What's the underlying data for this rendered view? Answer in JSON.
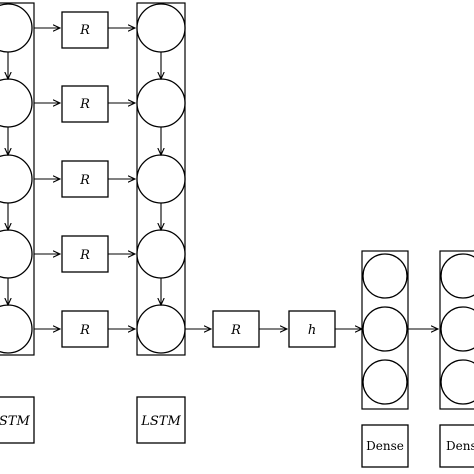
{
  "diagram": {
    "layer1_label": "LSTM",
    "layer2_label": "LSTM",
    "residual_labels": [
      "R",
      "R",
      "R",
      "R",
      "R"
    ],
    "final_residual_label": "R",
    "hidden_label": "h",
    "dense1_label": "Dense",
    "dense2_label": "Dense"
  }
}
